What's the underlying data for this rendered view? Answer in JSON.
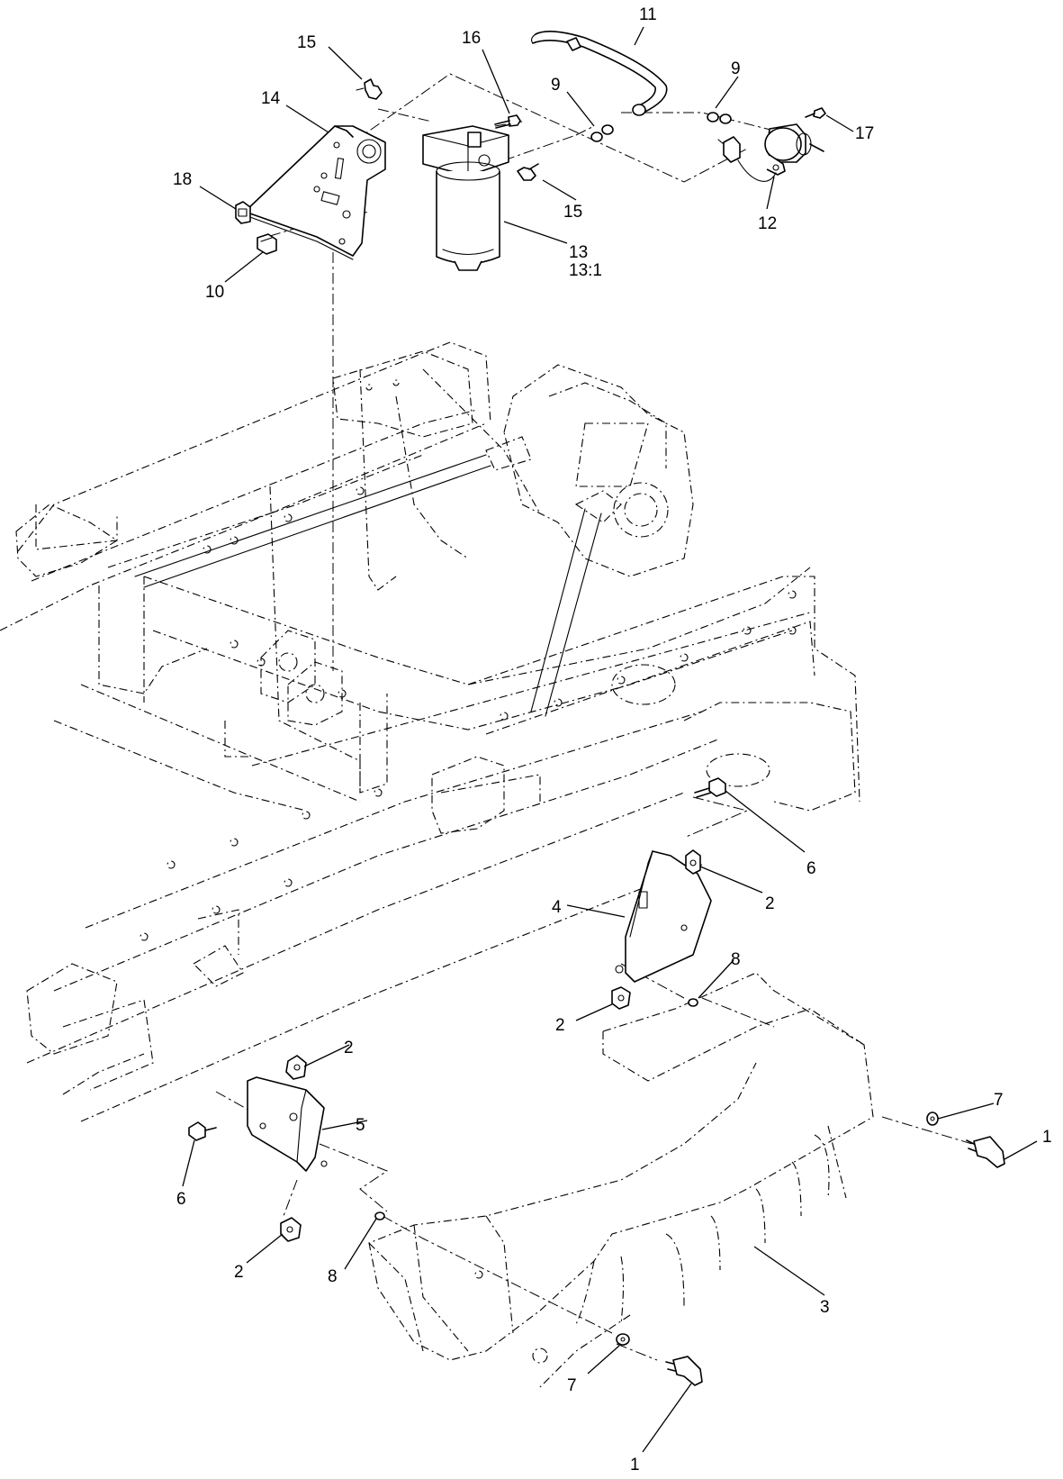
{
  "callouts": [
    {
      "id": "c11",
      "text": "11"
    },
    {
      "id": "c15a",
      "text": "15"
    },
    {
      "id": "c16",
      "text": "16"
    },
    {
      "id": "c9a",
      "text": "9"
    },
    {
      "id": "c9b",
      "text": "9"
    },
    {
      "id": "c14",
      "text": "14"
    },
    {
      "id": "c17",
      "text": "17"
    },
    {
      "id": "c18",
      "text": "18"
    },
    {
      "id": "c15b",
      "text": "15"
    },
    {
      "id": "c12",
      "text": "12"
    },
    {
      "id": "c13",
      "text": "13"
    },
    {
      "id": "c13_1",
      "text": "13:1"
    },
    {
      "id": "c10",
      "text": "10"
    },
    {
      "id": "c6a",
      "text": "6"
    },
    {
      "id": "c2a",
      "text": "2"
    },
    {
      "id": "c4",
      "text": "4"
    },
    {
      "id": "c8a",
      "text": "8"
    },
    {
      "id": "c2b",
      "text": "2"
    },
    {
      "id": "c2c",
      "text": "2"
    },
    {
      "id": "c5",
      "text": "5"
    },
    {
      "id": "c7a",
      "text": "7"
    },
    {
      "id": "c1a",
      "text": "1"
    },
    {
      "id": "c6b",
      "text": "6"
    },
    {
      "id": "c2d",
      "text": "2"
    },
    {
      "id": "c8b",
      "text": "8"
    },
    {
      "id": "c3",
      "text": "3"
    },
    {
      "id": "c7b",
      "text": "7"
    },
    {
      "id": "c1b",
      "text": "1"
    }
  ]
}
